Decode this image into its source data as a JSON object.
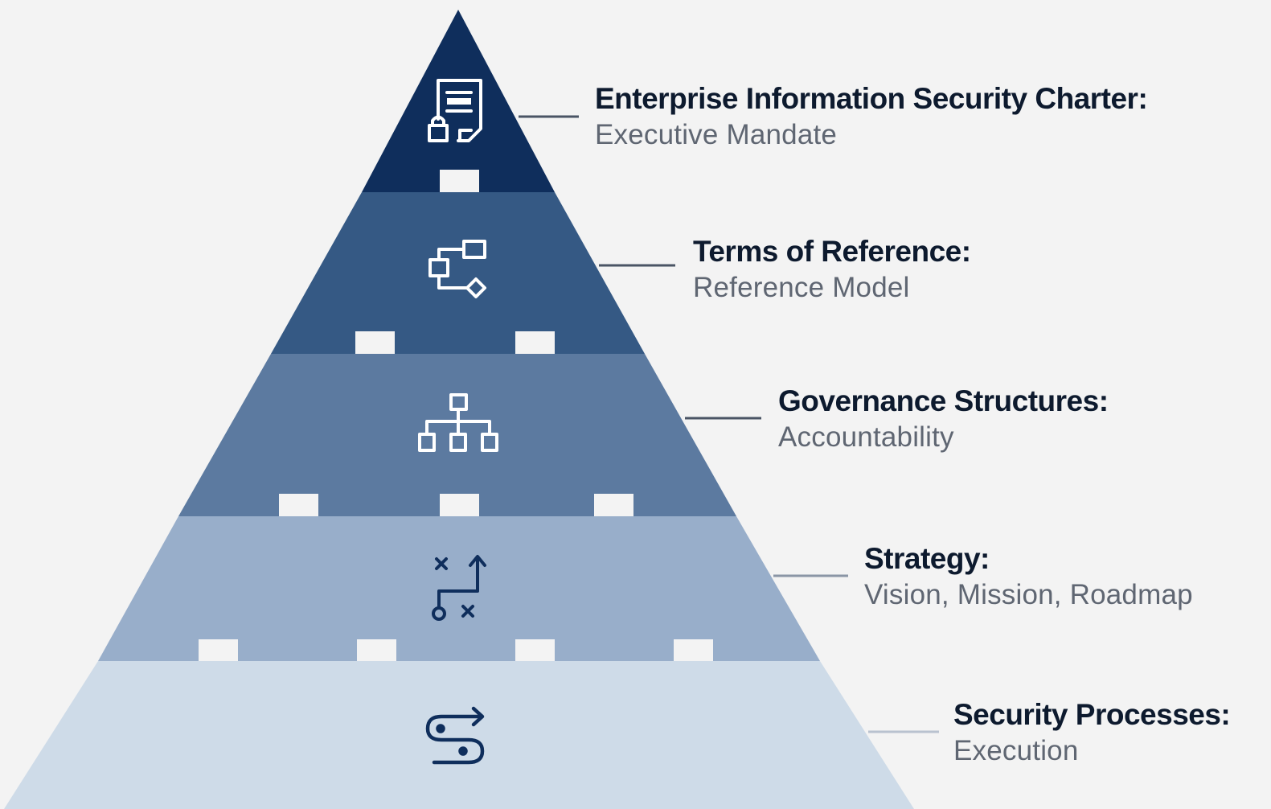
{
  "colors": {
    "background": "#f3f3f3",
    "tier_1": "#0f2e5c",
    "tier_2": "#355984",
    "tier_3": "#5c7aa0",
    "tier_4": "#98aeca",
    "tier_5": "#cedbe8",
    "icon_light": "#ffffff",
    "icon_dark": "#0f2e5c",
    "leader_line": "#4a5464"
  },
  "tiers": [
    {
      "title": "Enterprise Information Security Charter:",
      "subtitle": "Executive Mandate",
      "icon": "secure-document-icon"
    },
    {
      "title": "Terms of Reference:",
      "subtitle": "Reference Model",
      "icon": "flowchart-icon"
    },
    {
      "title": "Governance Structures:",
      "subtitle": "Accountability",
      "icon": "org-chart-icon"
    },
    {
      "title": "Strategy:",
      "subtitle": "Vision, Mission, Roadmap",
      "icon": "strategy-path-icon"
    },
    {
      "title": "Security Processes:",
      "subtitle": "Execution",
      "icon": "process-path-icon"
    }
  ]
}
